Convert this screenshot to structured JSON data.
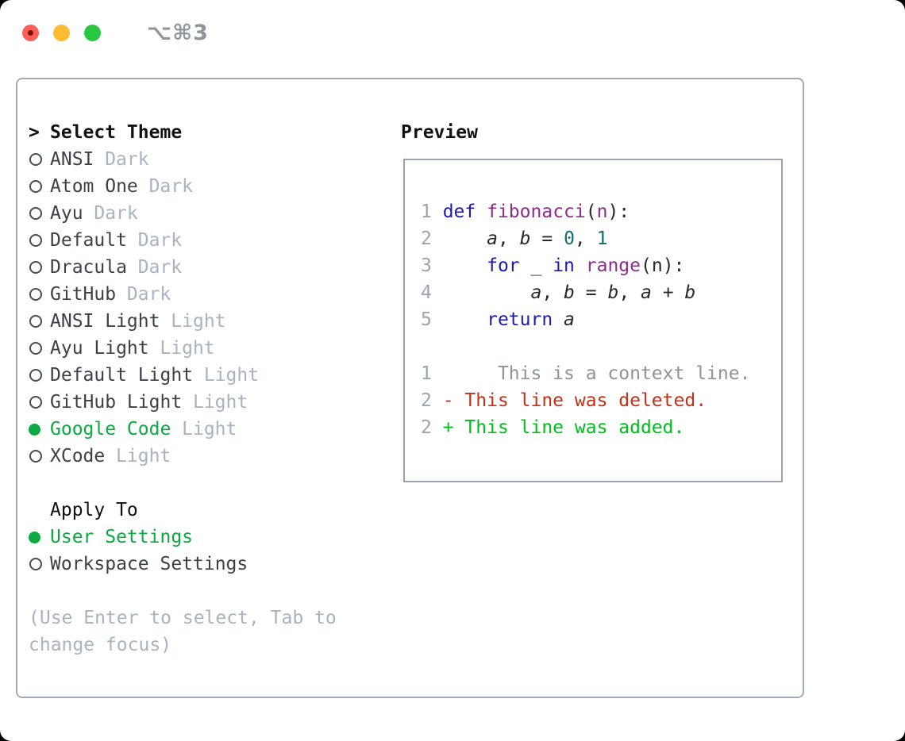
{
  "window": {
    "title": "⌥⌘3"
  },
  "theme_list": {
    "cursor": ">",
    "header": "Select Theme",
    "items": [
      {
        "name": "ANSI",
        "variant": "Dark",
        "selected": false
      },
      {
        "name": "Atom One",
        "variant": "Dark",
        "selected": false
      },
      {
        "name": "Ayu",
        "variant": "Dark",
        "selected": false
      },
      {
        "name": "Default",
        "variant": "Dark",
        "selected": false
      },
      {
        "name": "Dracula",
        "variant": "Dark",
        "selected": false
      },
      {
        "name": "GitHub",
        "variant": "Dark",
        "selected": false
      },
      {
        "name": "ANSI Light",
        "variant": "Light",
        "selected": false
      },
      {
        "name": "Ayu Light",
        "variant": "Light",
        "selected": false
      },
      {
        "name": "Default Light",
        "variant": "Light",
        "selected": false
      },
      {
        "name": "GitHub Light",
        "variant": "Light",
        "selected": false
      },
      {
        "name": "Google Code",
        "variant": "Light",
        "selected": true
      },
      {
        "name": "XCode",
        "variant": "Light",
        "selected": false
      }
    ]
  },
  "apply_to": {
    "header": "Apply To",
    "options": [
      {
        "label": "User Settings",
        "selected": true
      },
      {
        "label": "Workspace Settings",
        "selected": false
      }
    ]
  },
  "help_text": "(Use Enter to select, Tab to change focus)",
  "preview": {
    "header": "Preview",
    "lines": [
      [
        [
          "ln",
          "1 "
        ],
        [
          "kw",
          "def"
        ],
        [
          "pl",
          " "
        ],
        [
          "fn",
          "fibonacci"
        ],
        [
          "pl",
          "("
        ],
        [
          "fn",
          "n"
        ],
        [
          "pl",
          "):"
        ]
      ],
      [
        [
          "ln",
          "2 "
        ],
        [
          "pl",
          "    "
        ],
        [
          "var",
          "a"
        ],
        [
          "pl",
          ", "
        ],
        [
          "var",
          "b"
        ],
        [
          "pl",
          " = "
        ],
        [
          "num",
          "0"
        ],
        [
          "pl",
          ", "
        ],
        [
          "num",
          "1"
        ]
      ],
      [
        [
          "ln",
          "3 "
        ],
        [
          "pl",
          "    "
        ],
        [
          "kw",
          "for"
        ],
        [
          "pl",
          " _ "
        ],
        [
          "kw",
          "in"
        ],
        [
          "pl",
          " "
        ],
        [
          "fn",
          "range"
        ],
        [
          "pl",
          "(n):"
        ]
      ],
      [
        [
          "ln",
          "4 "
        ],
        [
          "pl",
          "        "
        ],
        [
          "var",
          "a"
        ],
        [
          "pl",
          ", "
        ],
        [
          "var",
          "b"
        ],
        [
          "pl",
          " = "
        ],
        [
          "var",
          "b"
        ],
        [
          "pl",
          ", "
        ],
        [
          "var",
          "a"
        ],
        [
          "pl",
          " + "
        ],
        [
          "var",
          "b"
        ]
      ],
      [
        [
          "ln",
          "5 "
        ],
        [
          "pl",
          "    "
        ],
        [
          "kw",
          "return"
        ],
        [
          "pl",
          " "
        ],
        [
          "var",
          "a"
        ]
      ],
      [],
      [
        [
          "ln",
          "1 "
        ],
        [
          "ctx",
          "     This is a context line."
        ]
      ],
      [
        [
          "ln",
          "2 "
        ],
        [
          "del",
          "- This line was deleted."
        ]
      ],
      [
        [
          "ln",
          "2 "
        ],
        [
          "add",
          "+ This line was added."
        ]
      ]
    ]
  },
  "colors": {
    "accent_green": "#0BA940",
    "diff_added": "#00BE1B",
    "diff_deleted": "#C53019",
    "code_keyword": "#1B1BB3",
    "code_title": "#8B2D8B",
    "code_number": "#0E6F6F",
    "muted_text": "#A9B2C1",
    "traffic_red": "#ff5f57",
    "traffic_yellow": "#febc2e",
    "traffic_green": "#2ac840"
  }
}
